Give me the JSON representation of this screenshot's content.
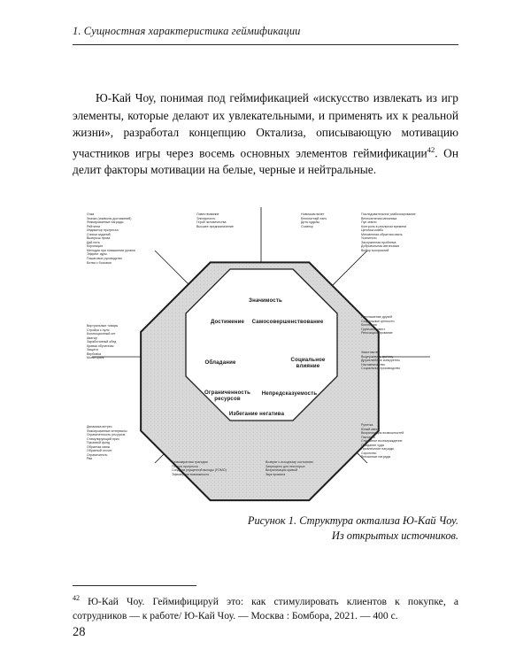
{
  "running_head": "1. Сущностная характеристика геймификации",
  "body_paragraph": "Ю-Кай Чоу, понимая под геймификацией «искусство извлекать из игр элементы, которые делают их увлекательными, и применять их к реальной жизни», разработал концепцию Октализа, описывающую мотивацию участников игры через восемь основных элементов геймификации",
  "body_footnote_marker": "42",
  "body_paragraph_tail": ". Он делит факторы мотивации на белые, черные и нейтральные.",
  "figure": {
    "core_labels": {
      "meaning": "Значимость",
      "accomplishment": "Достижение",
      "empowerment": "Самосовершенствование",
      "ownership": "Обладание",
      "social": "Социальное\nвлияние",
      "scarcity": "Ограниченность\nресурсов",
      "unpredictability": "Непредсказуемость",
      "avoidance": "Избегание негатива"
    },
    "blocks": {
      "achievement": [
        "Очки",
        "Значки (символы достижений)",
        "Фиксированные награды",
        "Рейтинги",
        "Индикатор прогресса",
        "Списки заданий",
        "Выигрыш приза",
        "Дай пять",
        "Коронация",
        "Мелодия при повышении уровня",
        "Эффект ауры",
        "Пошаговое руководство",
        "Битва с боссами"
      ],
      "meaning": [
        "Повествование",
        "Элитарность",
        "Герой человечества",
        "Высшее предназначение"
      ],
      "unpredictability_top": [
        "Новичкам везет",
        "Бесплатный ланч",
        "Дитя судьбы",
        "Соавтор"
      ],
      "empowerment": [
        "Последовательное разблокирование",
        "Вечнозеленая механика",
        "Пуп земли",
        "Контроль в реальном времени",
        "Цепочка комбо",
        "Мгновенная обратная связь",
        "Усилители",
        "Заслуженная проблема",
        "Добровольная автономия",
        "Выбор восприятий"
      ],
      "ownership": [
        "Виртуальные товары",
        "Стройка с нуля",
        "Коллекционный сет",
        "Аватар",
        "Заработанный обед",
        "Кривая обученная",
        "Защита",
        "Вербовка",
        "Мониторинг"
      ],
      "social_a": [
        "Приглашение друзей",
        "Социальные ценности",
        "Коллекция",
        "Групповой квест",
        "Репозиционирование"
      ],
      "social_b": [
        "Хвастовство",
        "Выдерживать критику",
        "Дружелюбные конкуренты",
        "Наставничество",
        "Социальное производство"
      ],
      "scarcity": [
        "Динамика встреч",
        "Фиксированные интервалы",
        "Ограниченность ресурсов",
        "Стимулирующий приз",
        "Призовой фонд",
        "Обратная связь",
        "Обратный отсчет",
        "Ограничитель",
        "Рви"
      ],
      "avoidance_left": [
        "Безвозвратная трагедия",
        "Потеря прогресса",
        "Синдром упущенной выгоды (FOMO)",
        "Эфемерная возможность"
      ],
      "avoidance_right": [
        "Возврат к исходному состоянию",
        "Запрещено для некоторых",
        "Визуализация кривой",
        "Звук провала"
      ],
      "unpredictability": [
        "Рулетка",
        "Юный квест",
        "Визуализация возможностей",
        "Пасхалки",
        "Случайное вознаграждение",
        "Ожидание чуда",
        "Привлечение награды",
        "Сиротство",
        "Внезапные награды"
      ]
    },
    "caption_line1": "Рисунок 1. Структура октализа Ю-Кай Чоу.",
    "caption_line2": "Из открытых источников."
  },
  "footnote": {
    "marker": "42",
    "text": " Ю-Кай Чоу. Геймифицируй это: как стимулировать клиентов к покупке, а сотрудников — к работе/ Ю-Кай Чоу. — Москва : Бомбора, 2021. — 400 с."
  },
  "page_number": "28",
  "colors": {
    "ink": "#111111",
    "ring_fill": "#d8d8d8",
    "line": "#1c1c1c"
  }
}
